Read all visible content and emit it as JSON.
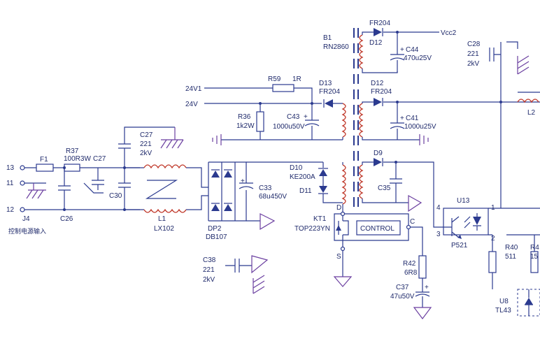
{
  "nets": {
    "v24_1": "24V1",
    "v24": "24V",
    "vcc2": "Vcc2",
    "pin13": "13",
    "pin11": "11",
    "pin12": "12",
    "j4": "J4",
    "input_caption": "控制电源输入"
  },
  "components": {
    "f1": "F1",
    "r37": "R37",
    "r37_val": "100R3W",
    "c27a": "C27",
    "c27b": "C27",
    "c27b_v1": "221",
    "c27b_v2": "2kV",
    "c26": "C26",
    "c30": "C30",
    "l1": "L1",
    "l1_val": "LX102",
    "dp2": "DP2",
    "dp2_val": "DB107",
    "c33": "C33",
    "c33_val": "68u450V",
    "c38": "C38",
    "c38_v1": "221",
    "c38_v2": "2kV",
    "r59": "R59",
    "r59_val": "1R",
    "r36": "R36",
    "r36_val": "1k2W",
    "c43": "C43",
    "c43_val": "1000u50V",
    "d13": "D13",
    "d13_val": "FR204",
    "d10": "D10",
    "d10_val": "KE200A",
    "d11": "D11",
    "b1": "B1",
    "b1_val": "RN2860",
    "d12a": "D12",
    "d12a_val": "FR204",
    "c44": "C44",
    "c44_val": "470u25V",
    "fr204_top": "FR204",
    "d12b": "D12",
    "d12b_val": "FR204",
    "c41": "C41",
    "c41_val": "1000u25V",
    "d9": "D9",
    "c36": "C35",
    "c28": "C28",
    "c28_v1": "221",
    "c28_v2": "2kV",
    "l2": "L2",
    "kt1": "KT1",
    "kt1_val": "TOP223YN",
    "control": "CONTROL",
    "pin_d": "D",
    "pin_c": "C",
    "pin_s": "S",
    "r42": "R42",
    "r42_val": "6R8",
    "c37": "C37",
    "c37_val": "47u50V",
    "u13": "U13",
    "u13_val": "P521",
    "u13_p4": "4",
    "u13_p3": "3",
    "u13_p1": "1",
    "u13_p2": "2",
    "r40": "R40",
    "r40_val": "511",
    "r4x": "R4",
    "r4x_val": "15",
    "u8": "U8",
    "u8_val": "TL43",
    "plus_c33": "+",
    "plus_c43": "+",
    "plus_c44": "+",
    "plus_c41": "+",
    "plus_c37": "+"
  }
}
